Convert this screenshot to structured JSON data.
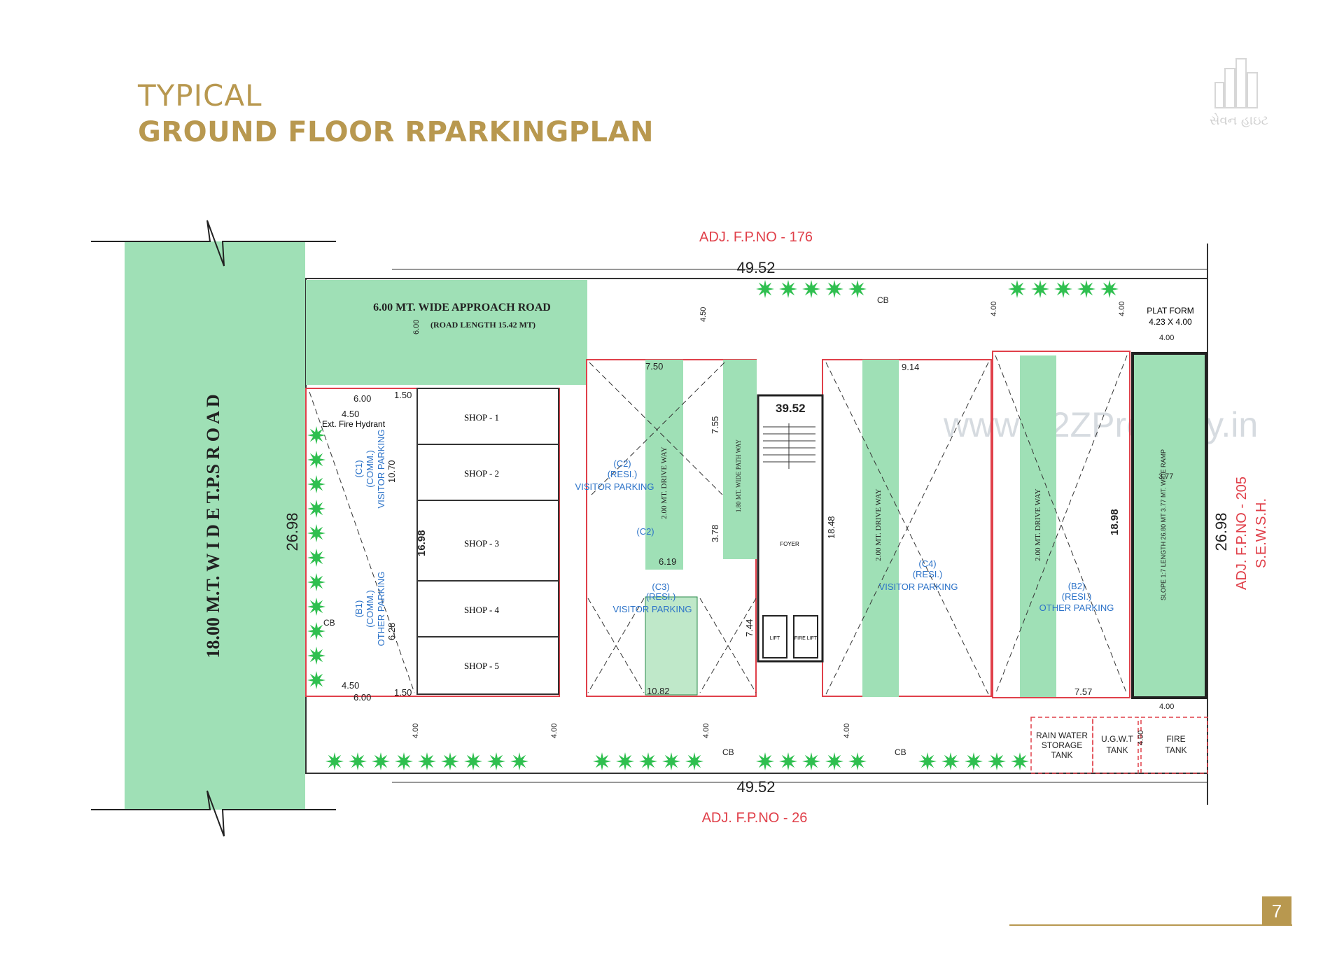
{
  "title": {
    "line1": "TYPICAL",
    "line2": "GROUND FLOOR RPARKINGPLAN"
  },
  "logo": {
    "text": "સેવન હાઇટ"
  },
  "page_number": "7",
  "watermark": "www.A2ZProperty.in",
  "plan": {
    "adj_top": "ADJ. F.P.NO - 176",
    "adj_bottom": "ADJ. F.P.NO - 26",
    "adj_right_1": "ADJ. F.P.NO - 205",
    "adj_right_2": "S.E.W.S.H.",
    "road": "18.00  M.T.  W I D E  T.P.S R O A D",
    "width_top": "49.52",
    "width_bottom": "49.52",
    "depth_left": "26.98",
    "depth_right": "26.98",
    "approach_road": "6.00 MT. WIDE APPROACH ROAD",
    "road_length": "(ROAD LENGTH 15.42 MT)",
    "platform": "PLAT FORM",
    "platform_size": "4.23 X 4.00",
    "shops": [
      "SHOP - 1",
      "SHOP - 2",
      "SHOP - 3",
      "SHOP - 4",
      "SHOP - 5"
    ],
    "c1": [
      "(C1)",
      "(COMM.)",
      "VISITOR PARKING"
    ],
    "b1": [
      "(B1)",
      "(COMM.)",
      "OTHER PARKING"
    ],
    "c2": [
      "(C2)",
      "(RESI.)",
      "VISITOR PARKING"
    ],
    "c2b": "(C2)",
    "c3": [
      "(C3)",
      "(RESI.)",
      "VISITOR PARKING"
    ],
    "c4": [
      "(C4)",
      "(RESI.)",
      "VISITOR PARKING"
    ],
    "b2": [
      "(B2)",
      "(RESI.)",
      "OTHER PARKING"
    ],
    "drive_way": "2.00 MT. DRIVE WAY",
    "path_way": "1.80 MT. WIDE PATH WAY",
    "foyer": "FOYER",
    "lift": "LIFT",
    "fire_lift": "FIRE LIFT",
    "cb": "CB",
    "fire_hydrant": "Ext. Fire Hydrant",
    "rain_water": [
      "RAIN WATER",
      "STORAGE",
      "TANK"
    ],
    "ugwt": [
      "U.G.W.T",
      "TANK"
    ],
    "fire_tank": [
      "FIRE",
      "TANK"
    ],
    "ramp": "SLOPE 1:7 LENGTH 26.80 MT 3.77 MT. WIDE RAMP",
    "dims": {
      "d6a": "6.00",
      "d150a": "1.50",
      "d450a": "4.50",
      "d6b": "6.00",
      "d150b": "1.50",
      "d450b": "4.50",
      "d1070": "10.70",
      "d628": "6.28",
      "d1698": "16.98",
      "d750": "7.50",
      "d755": "7.55",
      "d378": "3.78",
      "d619": "6.19",
      "d1082": "10.82",
      "d744": "7.44",
      "d3952": "39.52",
      "d914": "9.14",
      "d1848": "18.48",
      "d1898": "18.98",
      "d757": "7.57",
      "d377": "3.77",
      "d4a": "4.00",
      "d4b": "4.00",
      "d450top": "4.50",
      "d4top1": "4.00",
      "d4top2": "4.00",
      "d4bot1": "4.00",
      "d4bot2": "4.00",
      "d4bot3": "4.00",
      "d4bot4": "4.00",
      "d4bot5": "4.00",
      "d600road": "6.00"
    }
  }
}
